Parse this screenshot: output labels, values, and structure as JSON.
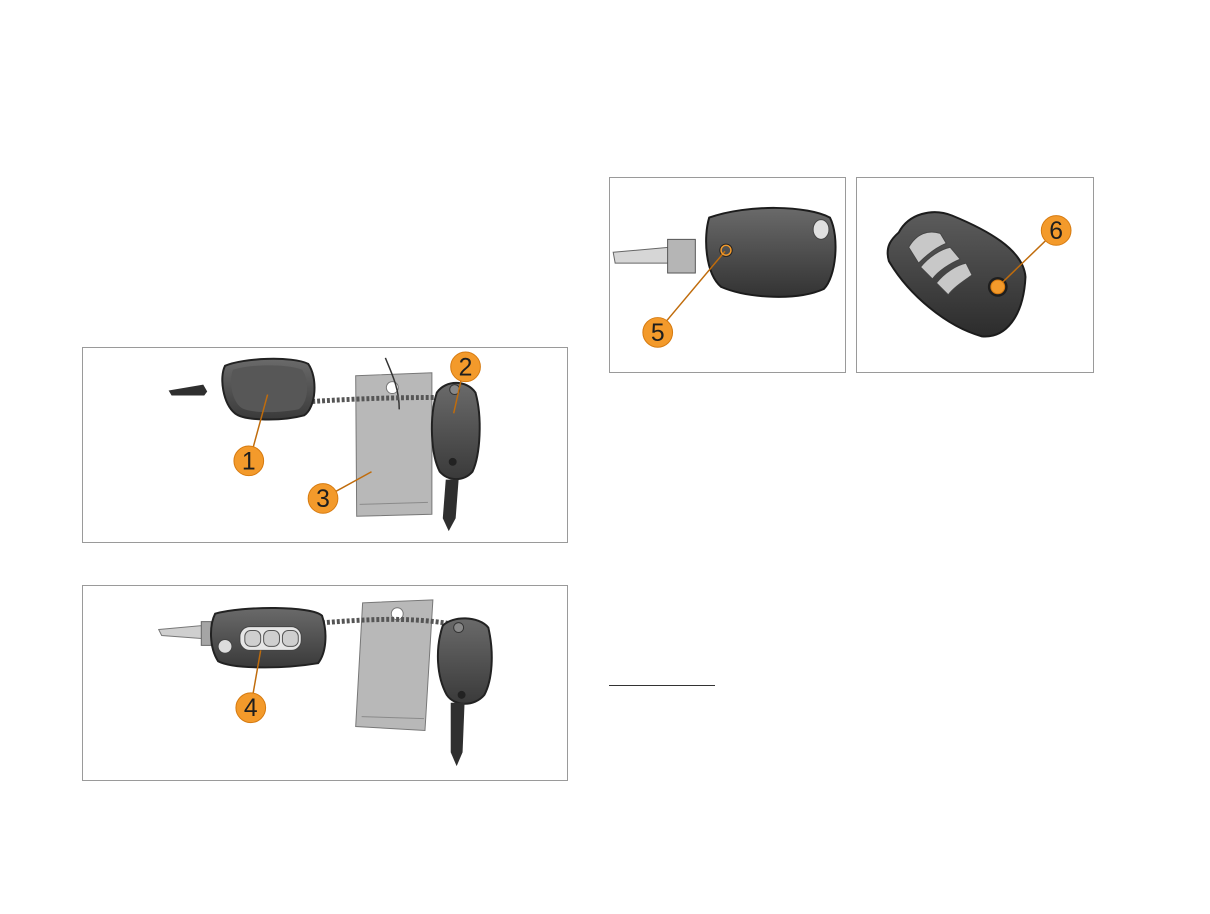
{
  "colors": {
    "callout_fill": "#f39a2b",
    "callout_stroke": "#d67a0f",
    "key_body": "#4a4a4a",
    "key_edge": "#2b2b2b",
    "blade": "#c9c9c9",
    "tag": "#b5b5b5",
    "panel_border": "#9a9a9a"
  },
  "figures": {
    "keys_set_standard": {
      "callouts": {
        "c1": "1",
        "c2": "2",
        "c3": "3"
      }
    },
    "keys_set_flip": {
      "callouts": {
        "c4": "4"
      }
    },
    "standard_key_detail": {
      "callouts": {
        "c5": "5"
      }
    },
    "keycard_detail": {
      "callouts": {
        "c6": "6"
      }
    }
  }
}
